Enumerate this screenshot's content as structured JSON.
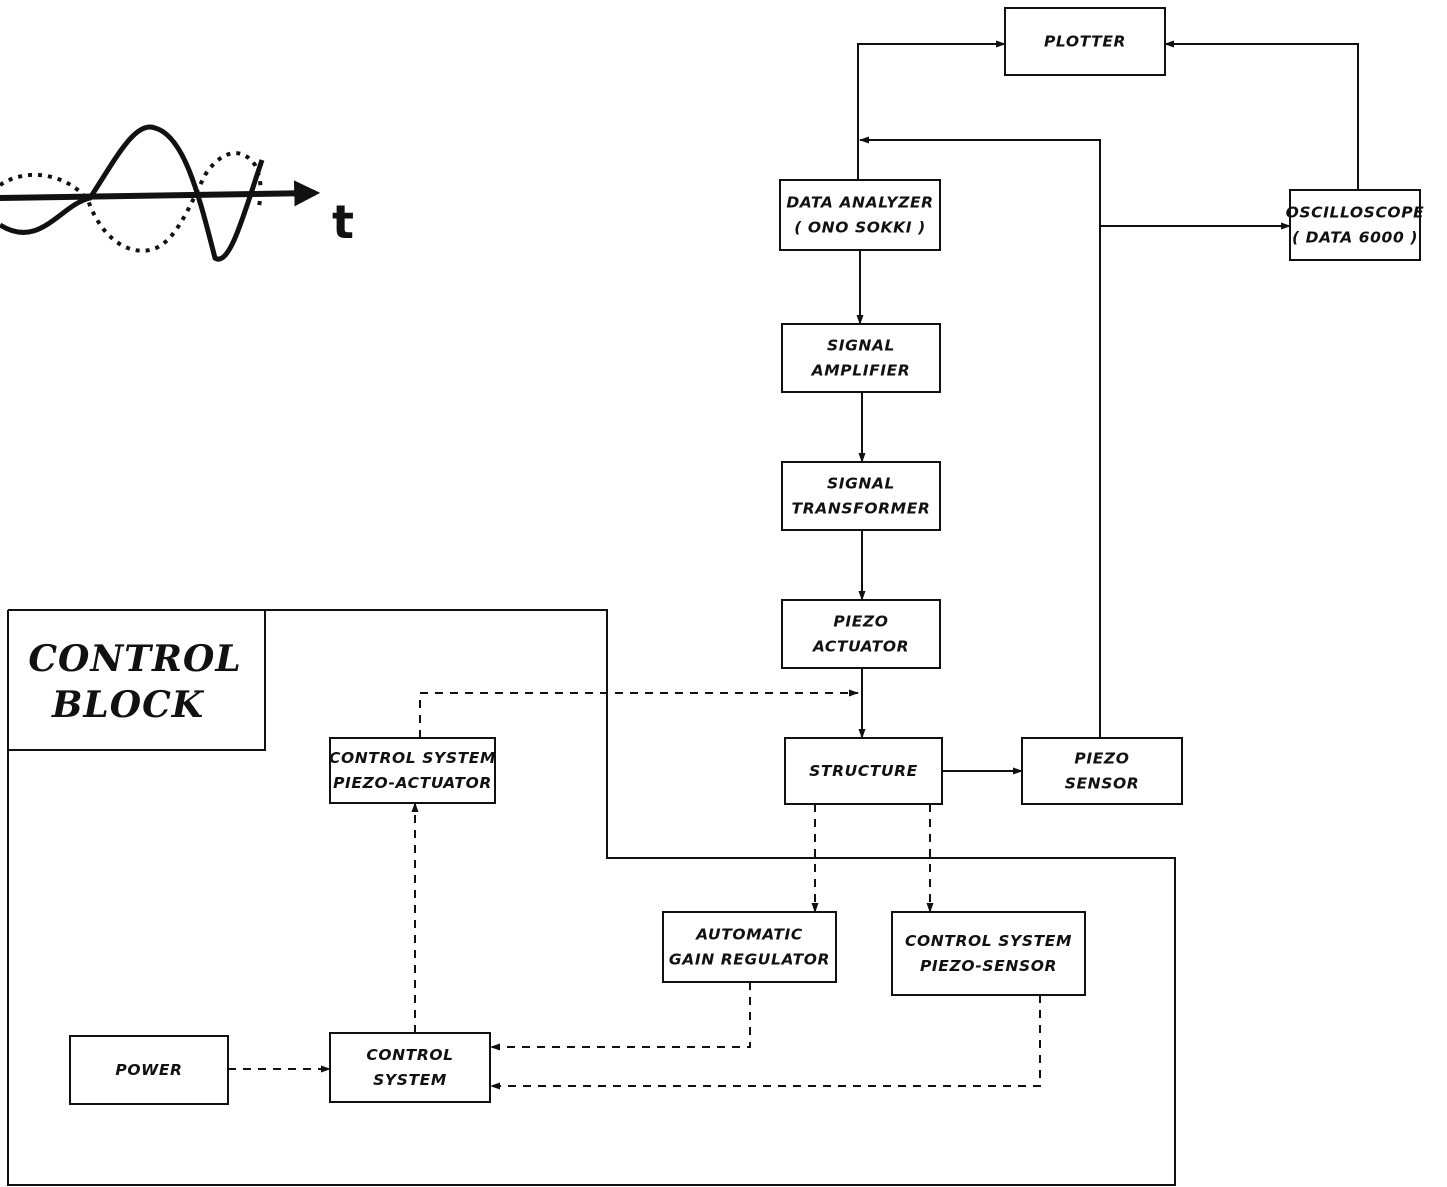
{
  "control_block": {
    "line1": "CONTROL",
    "line2": "BLOCK"
  },
  "waveform": {
    "axis_label": "t"
  },
  "boxes": {
    "plotter": {
      "lines": [
        "PLOTTER"
      ]
    },
    "data_analyzer": {
      "lines": [
        "DATA ANALYZER",
        "( ONO SOKKI )"
      ]
    },
    "oscilloscope": {
      "lines": [
        "OSCILLOSCOPE",
        "( DATA 6000 )"
      ]
    },
    "signal_amplifier": {
      "lines": [
        "SIGNAL",
        "AMPLIFIER"
      ]
    },
    "signal_transformer": {
      "lines": [
        "SIGNAL",
        "TRANSFORMER"
      ]
    },
    "piezo_actuator": {
      "lines": [
        "PIEZO",
        "ACTUATOR"
      ]
    },
    "structure": {
      "lines": [
        "STRUCTURE"
      ]
    },
    "piezo_sensor": {
      "lines": [
        "PIEZO",
        "SENSOR"
      ]
    },
    "cs_piezo_actuator": {
      "lines": [
        "CONTROL SYSTEM",
        "PIEZO-ACTUATOR"
      ]
    },
    "auto_gain": {
      "lines": [
        "AUTOMATIC",
        "GAIN REGULATOR"
      ]
    },
    "cs_piezo_sensor": {
      "lines": [
        "CONTROL SYSTEM",
        "PIEZO-SENSOR"
      ]
    },
    "power": {
      "lines": [
        "POWER"
      ]
    },
    "control_system": {
      "lines": [
        "CONTROL",
        "SYSTEM"
      ]
    }
  },
  "colors": {
    "ink": "#111111",
    "paper": "#ffffff"
  }
}
